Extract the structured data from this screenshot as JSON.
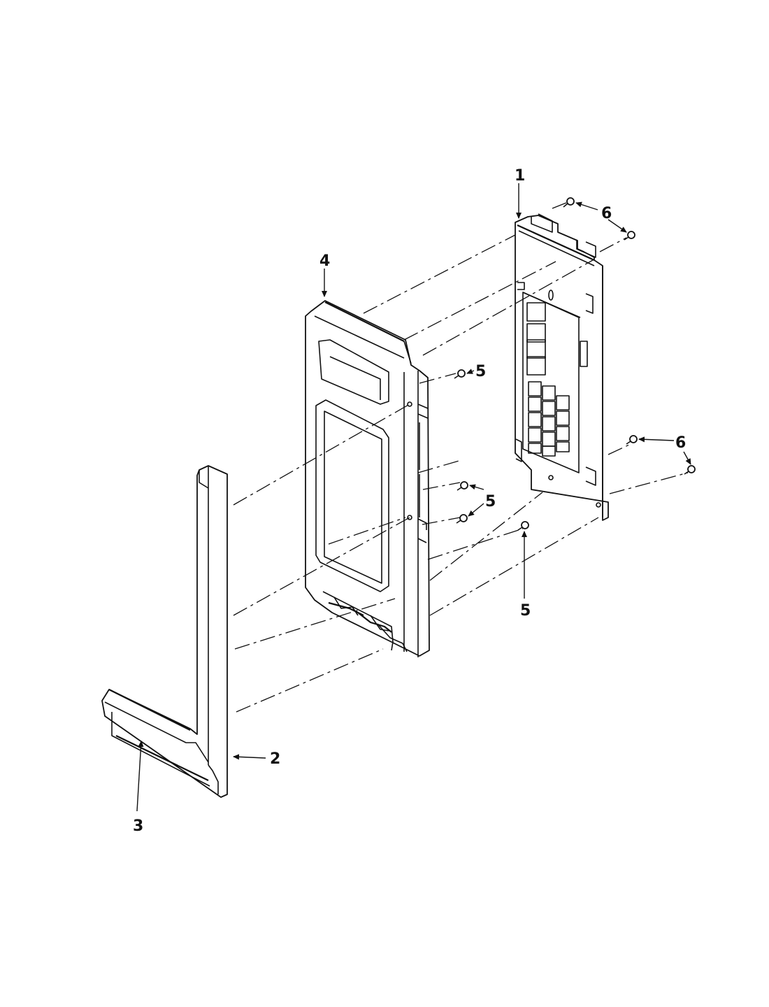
{
  "diagram": {
    "labels": {
      "part1": "1",
      "part2": "2",
      "part3": "3",
      "part4": "4",
      "screw5_a": "5",
      "screw5_b": "5",
      "screw5_c": "5",
      "screw6_a": "6",
      "screw6_b": "6"
    }
  }
}
